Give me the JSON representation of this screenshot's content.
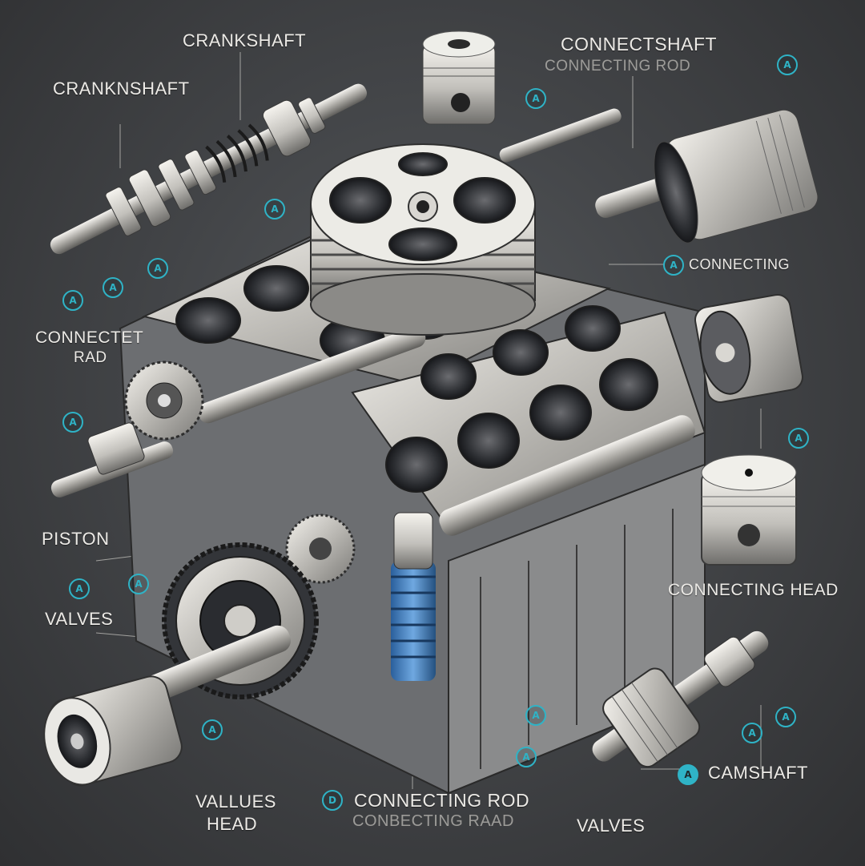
{
  "labels": {
    "crankshaft_top": "CRANKSHAFT",
    "crankshaft_left": "CRANKNSHAFT",
    "connectshaft": "CONNECTSHAFT",
    "connecting_rod_top": "CONNECTING ROD",
    "connecting_right": "CONNECTING",
    "connecting_rod_left_1": "CONNECTET",
    "connecting_rod_left_2": "RAD",
    "piston": "PISTON",
    "valves_left": "VALVES",
    "connecting_head": "CONNECTING HEAD",
    "camshaft": "CAMSHAFT",
    "values_head_1": "VALLUES",
    "values_head_2": "HEAD",
    "connecting_rod_bottom": "CONNECTING ROD",
    "connecting_rod_bottom_ghost": "CONBECTING RAAD",
    "valves_bottom": "VALVES"
  },
  "badges": [
    "A",
    "A",
    "A",
    "A",
    "A",
    "A",
    "A",
    "A",
    "A",
    "A",
    "A",
    "A",
    "A",
    "A",
    "A",
    "A",
    "A"
  ],
  "colors": {
    "background": "#434548",
    "accent": "#2fb3c6",
    "metal": "#d9d7d2",
    "label": "#eceae6"
  }
}
